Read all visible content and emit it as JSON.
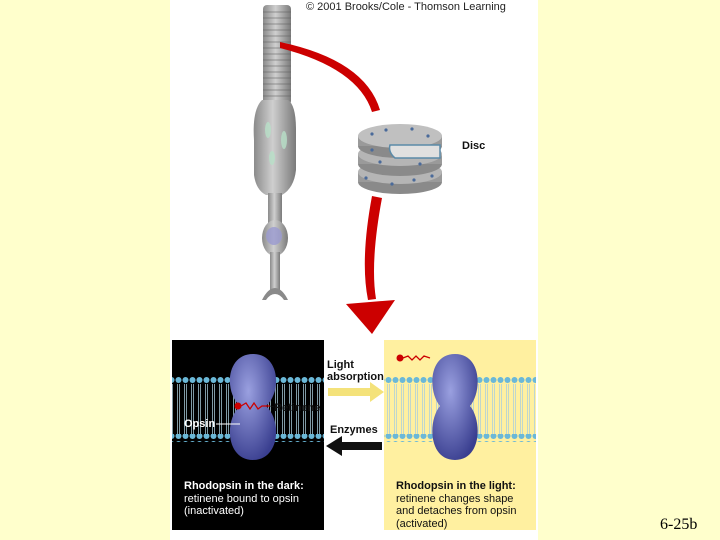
{
  "copyright": "© 2001 Brooks/Cole - Thomson Learning",
  "labels": {
    "disc": "Disc",
    "light_absorption": "Light absorption",
    "enzymes": "Enzymes",
    "retinene": "Retinene",
    "opsin": "Opsin"
  },
  "captions": {
    "dark": {
      "title": "Rhodopsin in the dark:",
      "line1": "retinene bound to opsin",
      "line2": "(inactivated)"
    },
    "light": {
      "title": "Rhodopsin in the light:",
      "line1": "retinene changes shape",
      "line2": "and detaches from opsin",
      "line3": "(activated)"
    }
  },
  "slide_number": "6-25b",
  "colors": {
    "slide_background": "#FFFFCC",
    "arrow_red": "#cc0000",
    "dark_panel": "#000000",
    "light_panel": "#fff0a0",
    "membrane_head": "#6ab8d8",
    "rhodopsin": "#5a5fb0"
  }
}
